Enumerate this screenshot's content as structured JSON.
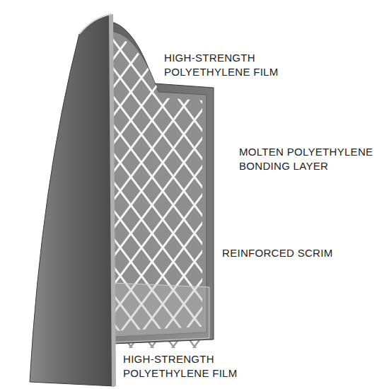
{
  "diagram": {
    "labels": [
      "HIGH-STRENGTH POLYETHYLENE FILM",
      "MOLTEN POLYETHYLENE BONDING LAYER",
      "REINFORCED SCRIM",
      "HIGH-STRENGTH POLYETHYLENE FILM"
    ]
  }
}
